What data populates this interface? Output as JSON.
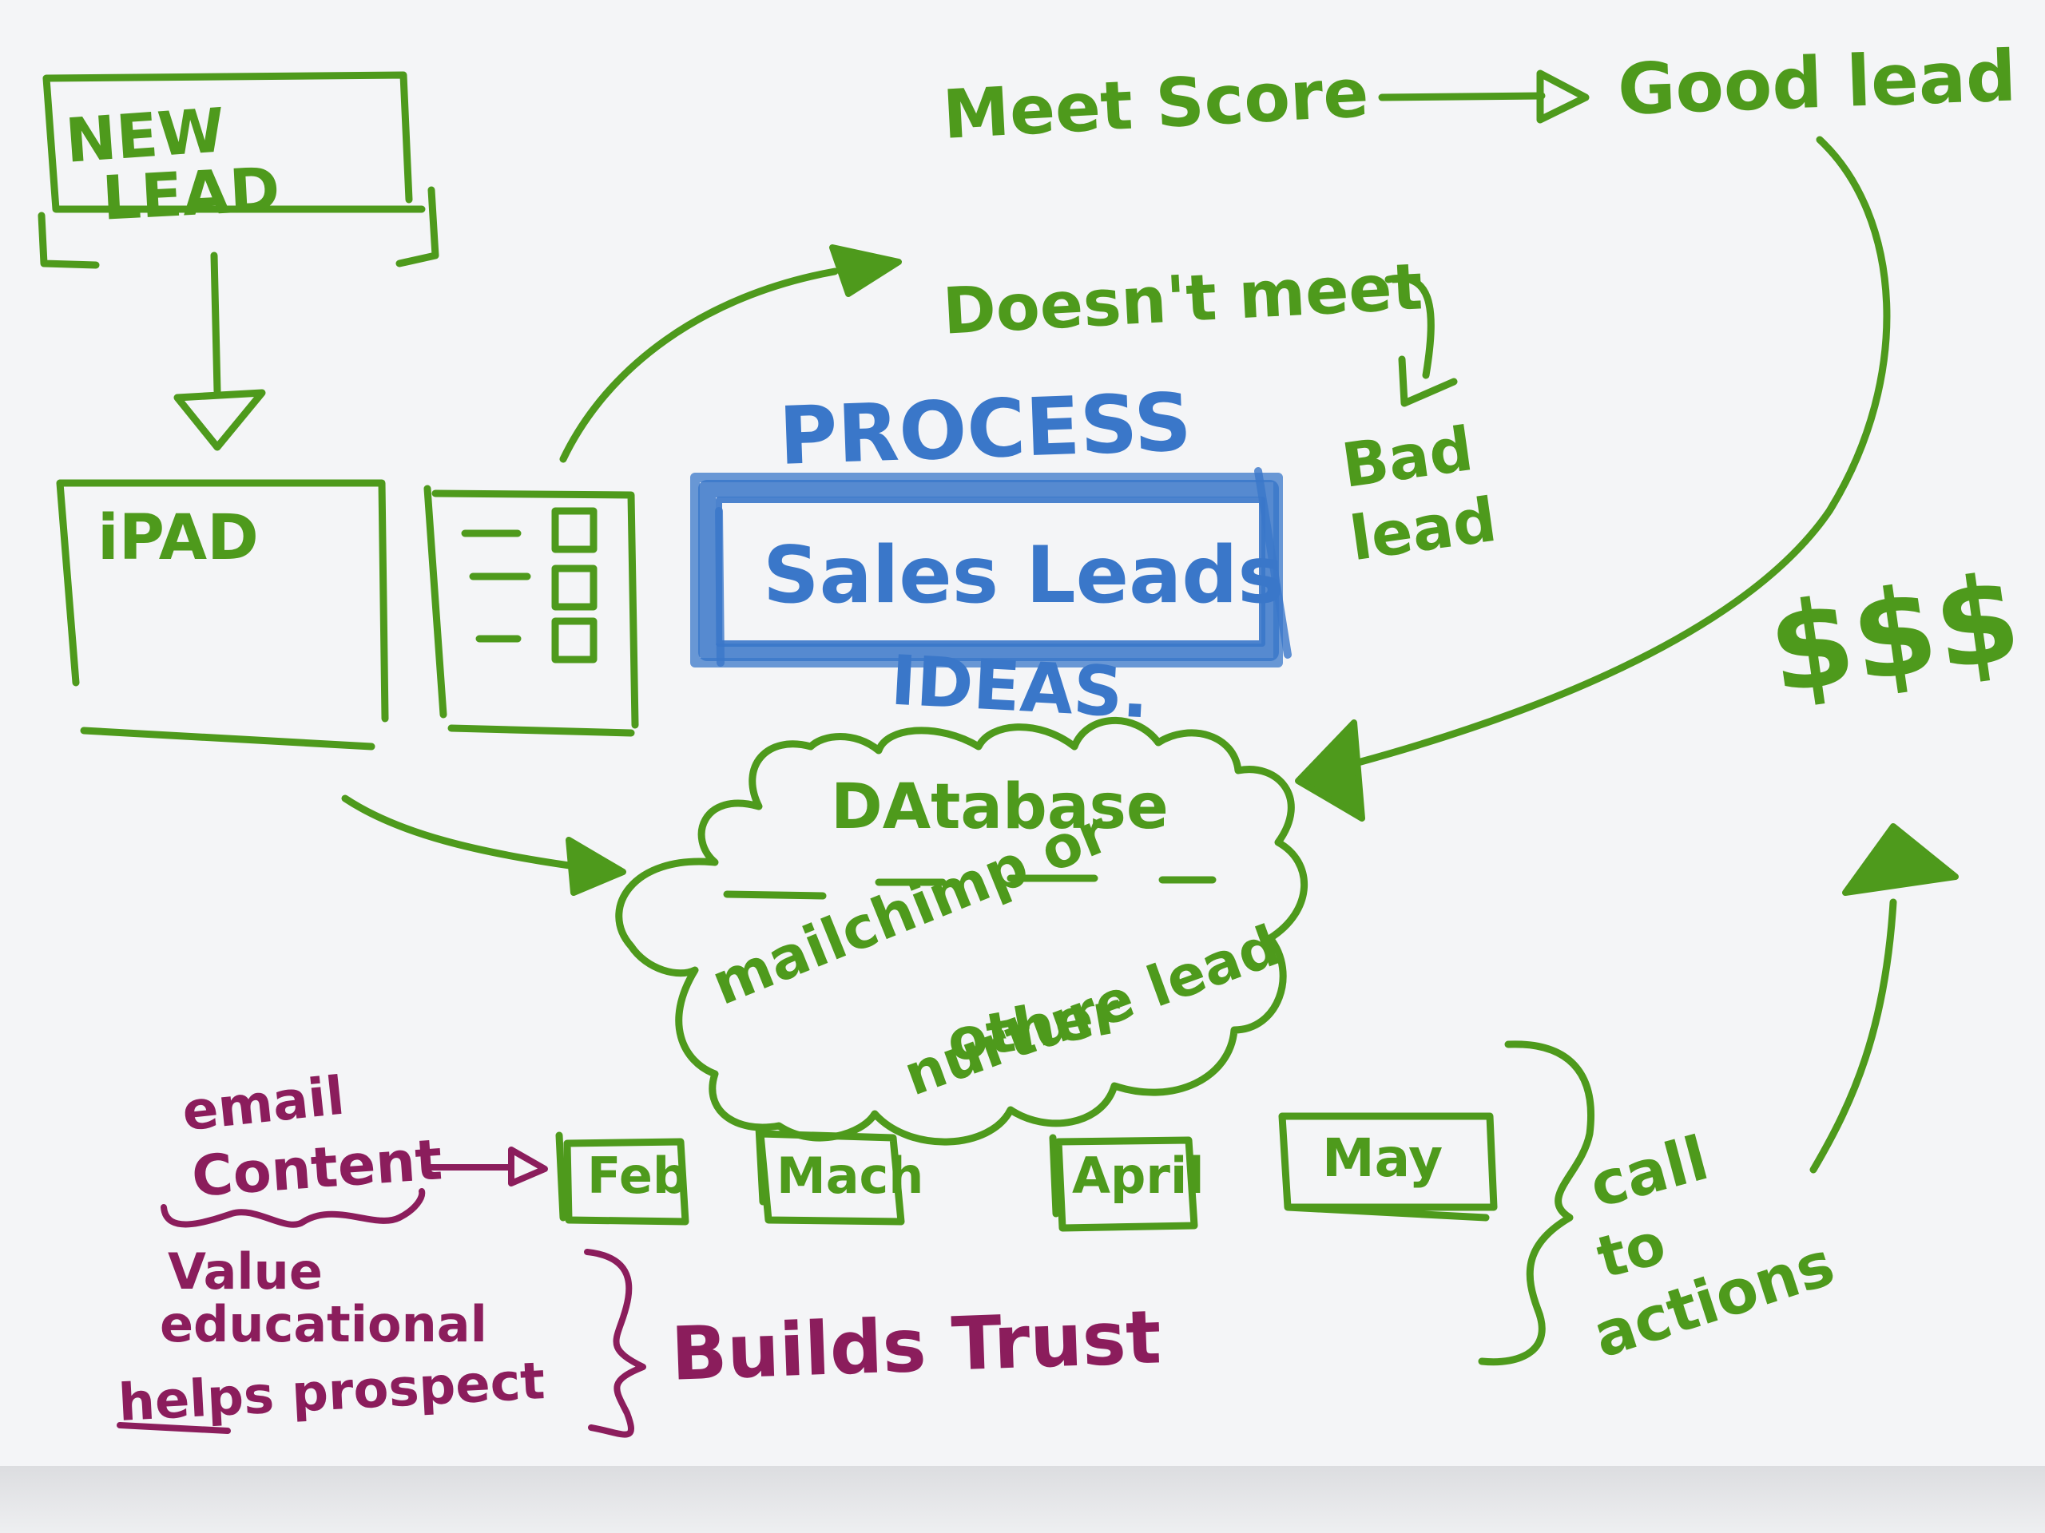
{
  "title": "PROCESS",
  "center_box": "Sales Leads",
  "subtitle": "IDEAS.",
  "new_lead": [
    "NEW",
    "LEAD"
  ],
  "ipad": "iPAD",
  "meet_score": "Meet Score",
  "good_lead": "Good lead",
  "doesnt_meet": "Doesn't meet",
  "bad_lead": [
    "Bad",
    "lead"
  ],
  "database": {
    "title": "DAtabase",
    "lines": [
      "mailchimp or",
      "other",
      "nurture lead"
    ]
  },
  "money": "$$$",
  "months": [
    "Feb",
    "Mach",
    "April",
    "May"
  ],
  "email_content": [
    "email",
    "Content"
  ],
  "value_list": [
    "Value",
    "educational",
    "helps prospect"
  ],
  "builds_trust": "Builds Trust",
  "call_to_actions": [
    "call",
    "to",
    "actions"
  ],
  "colors": {
    "green": "#4e9a1c",
    "blue": "#3a77c9",
    "purple": "#8b1d5c",
    "paper": "#f4f5f7"
  }
}
